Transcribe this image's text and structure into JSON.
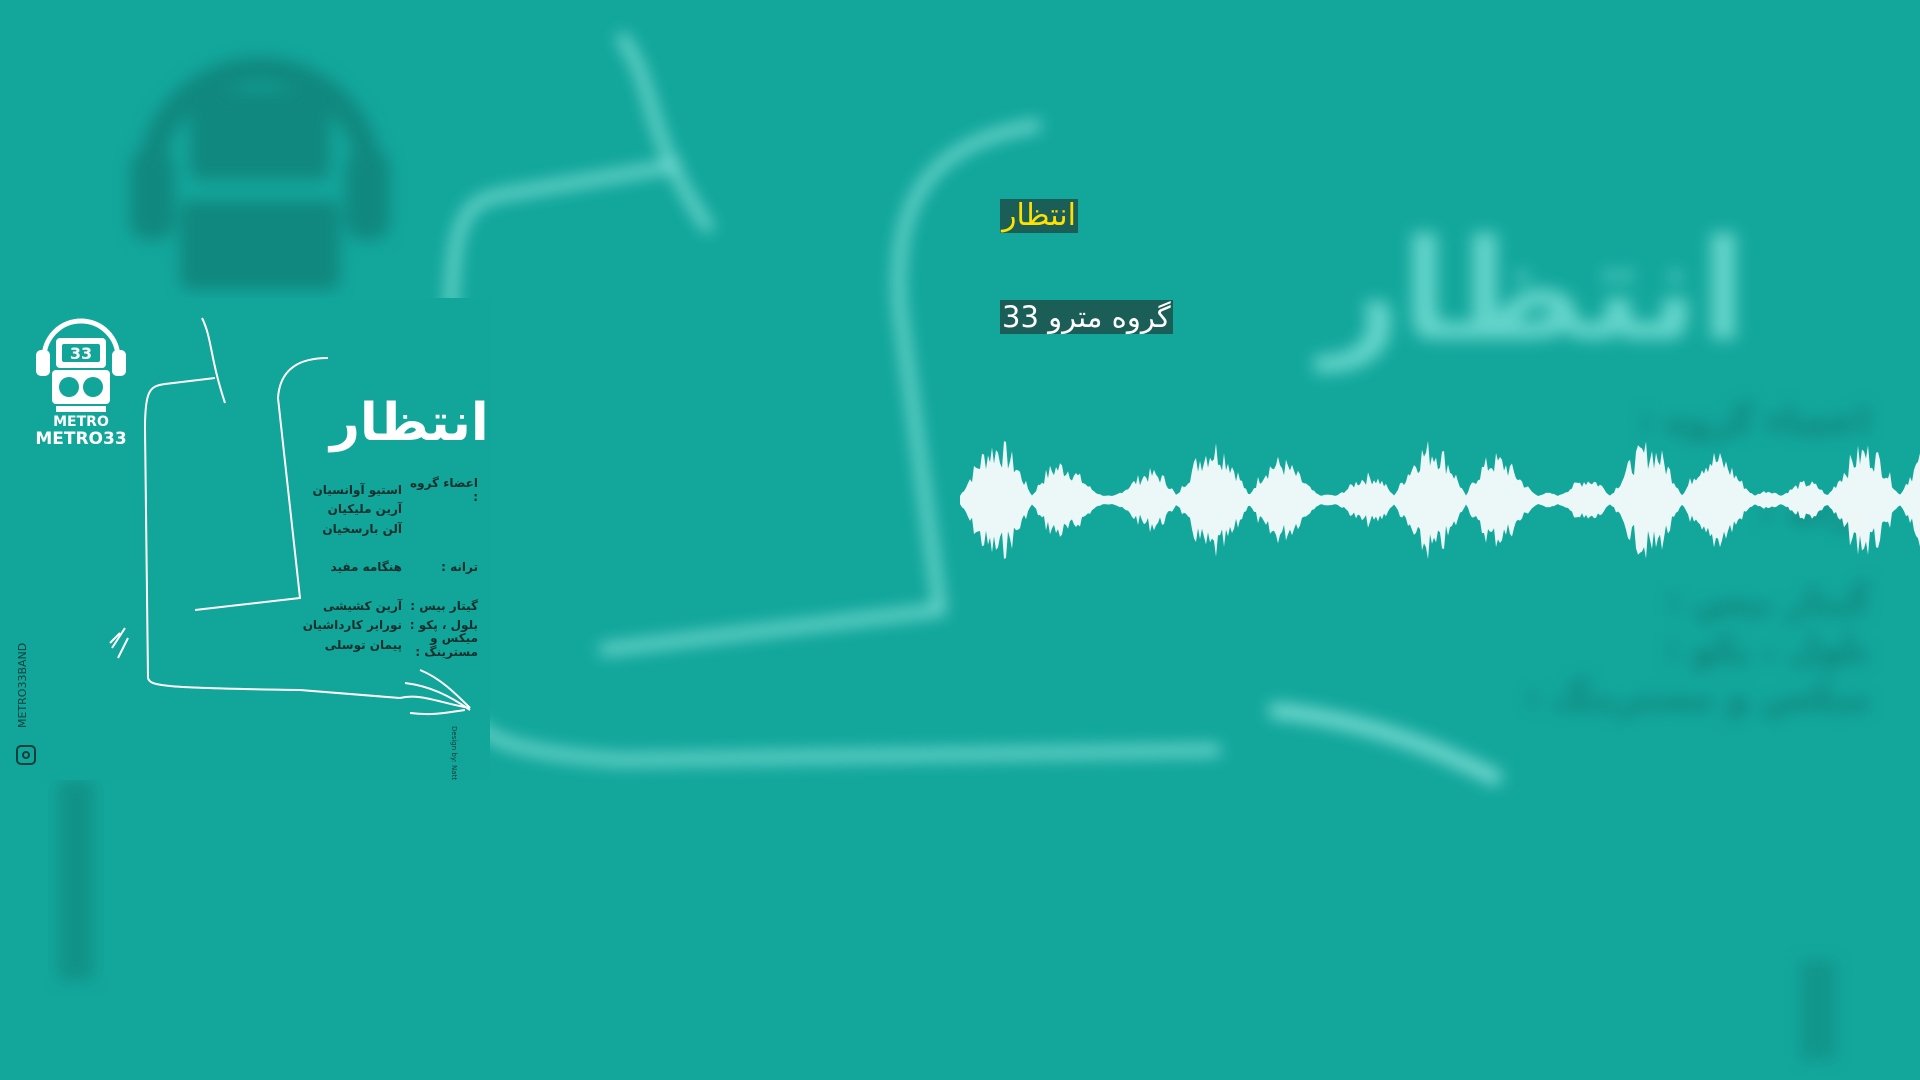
{
  "player": {
    "track_title": "انتظار",
    "artist": "گروه مترو 33"
  },
  "cover": {
    "title": "انتظار",
    "logo_text_top": "METRO",
    "logo_text_bottom": "METRO33",
    "logo_badge": "33",
    "credits": [
      {
        "role": "اعضاء گروه :",
        "name": "استیو آوانسیان"
      },
      {
        "role": "",
        "name": "آرین ملیکیان"
      },
      {
        "role": "",
        "name": "آلن بارسخیان"
      },
      {
        "role": "ترانه :",
        "name": "هنگامه مفید"
      },
      {
        "role": "گیتار بیس :",
        "name": "آرین کشیشی"
      },
      {
        "role": "بلول ، پکو :",
        "name": "نورایر کارداشیان"
      },
      {
        "role": "میکس و مسترینگ :",
        "name": "پیمان توسلی"
      }
    ],
    "side_text": "METRO33BAND",
    "design_credit": "Design by: Nattie"
  },
  "colors": {
    "background": "#13a79c",
    "title_highlight": "#ffe100",
    "label_bg": "#1a5e57",
    "waveform": "#ffffff"
  }
}
